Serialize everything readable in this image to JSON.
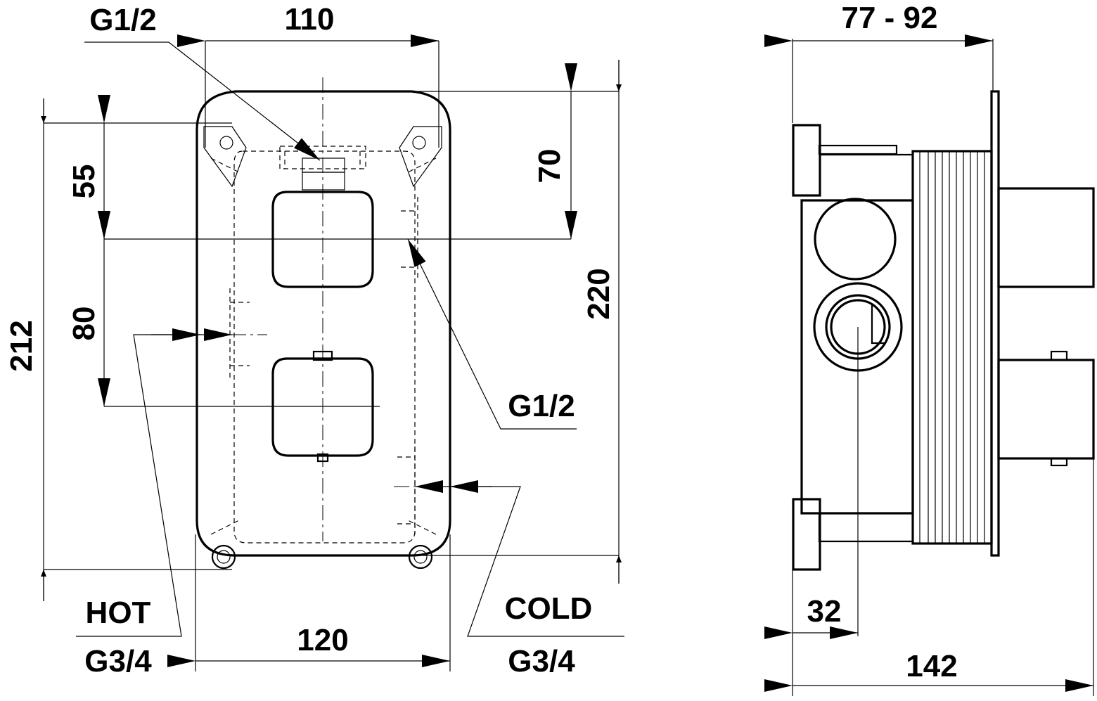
{
  "front_view": {
    "dim_top_width": "110",
    "dim_bottom_width": "120",
    "dim_left_height": "212",
    "dim_upper_spacing": "55",
    "dim_valve_spacing": "80",
    "dim_top_offset": "70",
    "dim_right_height": "220",
    "outlet_top_label": "G1/2",
    "outlet_right_label": "G1/2",
    "hot_label": "HOT",
    "hot_thread": "G3/4",
    "cold_label": "COLD",
    "cold_thread": "G3/4"
  },
  "side_view": {
    "dim_depth_range": "77 - 92",
    "dim_total_depth": "142",
    "dim_inlet_offset": "32"
  }
}
